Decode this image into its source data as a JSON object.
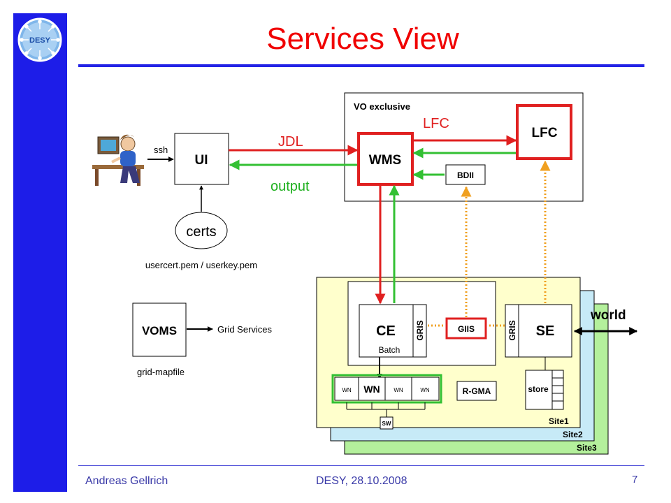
{
  "logo": {
    "text": "DESY"
  },
  "title": "Services View",
  "footer": {
    "author": "Andreas Gellrich",
    "event": "DESY, 28.10.2008",
    "page": "7"
  },
  "diagram": {
    "vo_box_label": "VO exclusive",
    "ui": "UI",
    "ssh": "ssh",
    "jdl": "JDL",
    "output": "output",
    "wms": "WMS",
    "lfc_link": "LFC",
    "lfc": "LFC",
    "bdii": "BDII",
    "certs": "certs",
    "cert_files": "usercert.pem / userkey.pem",
    "voms": "VOMS",
    "grid_services": "Grid Services",
    "grid_mapfile": "grid-mapfile",
    "ce": "CE",
    "gris": "GRIS",
    "batch": "Batch",
    "giis": "GIIS",
    "se": "SE",
    "world": "world",
    "wn_main": "WN",
    "wn_small": "WN",
    "sw": "SW",
    "rgma": "R-GMA",
    "store": "store",
    "sites": [
      "Site1",
      "Site2",
      "Site3"
    ]
  },
  "colors": {
    "red_arrow": "#e02020",
    "green_arrow": "#33c033",
    "orange_dots": "#f0a020",
    "site1": "#ffffcc",
    "site2": "#c7eaf7",
    "site3": "#b4f09c",
    "sidebar": "#1d1de8"
  }
}
